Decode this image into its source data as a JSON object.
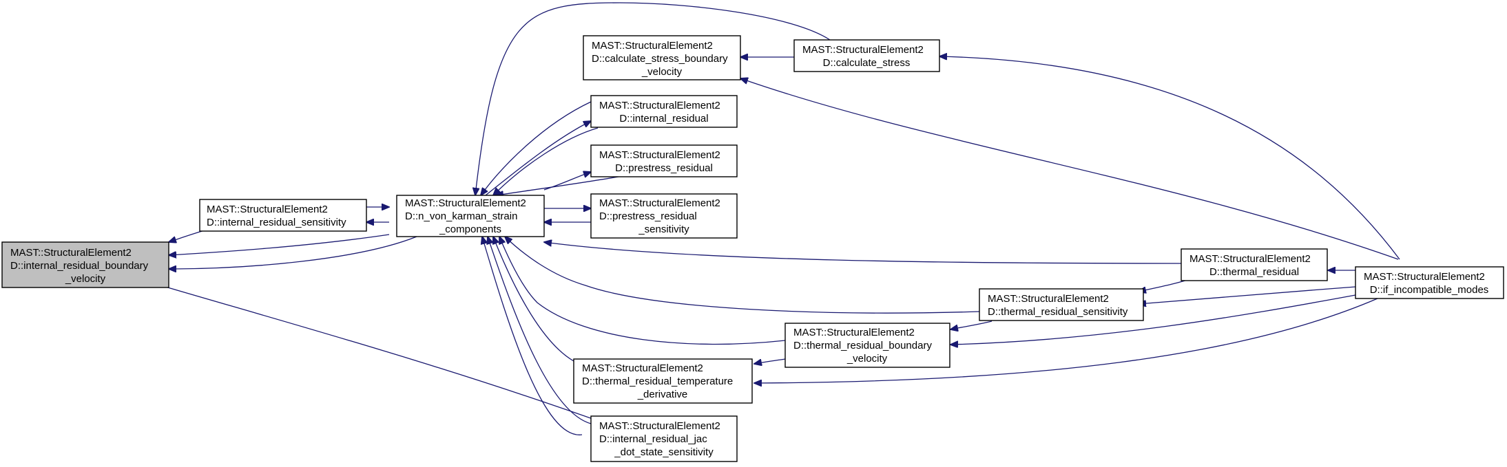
{
  "colors": {
    "edge": "#191970",
    "focus_fill": "#bfbfbf",
    "node_fill": "#ffffff",
    "border": "#000000"
  },
  "nodes": {
    "ib_vel": {
      "lines": [
        "MAST::StructuralElement2",
        "D::internal_residual_boundary",
        "_velocity"
      ],
      "focus": true
    },
    "ir_sens": {
      "lines": [
        "MAST::StructuralElement2",
        "D::internal_residual_sensitivity"
      ]
    },
    "nvk": {
      "lines": [
        "MAST::StructuralElement2",
        "D::n_von_karman_strain",
        "_components"
      ]
    },
    "calc_sbv": {
      "lines": [
        "MAST::StructuralElement2",
        "D::calculate_stress_boundary",
        "_velocity"
      ]
    },
    "calc_s": {
      "lines": [
        "MAST::StructuralElement2",
        "D::calculate_stress"
      ]
    },
    "int_res": {
      "lines": [
        "MAST::StructuralElement2",
        "D::internal_residual"
      ]
    },
    "pre_res": {
      "lines": [
        "MAST::StructuralElement2",
        "D::prestress_residual"
      ]
    },
    "pre_res_s": {
      "lines": [
        "MAST::StructuralElement2",
        "D::prestress_residual",
        "_sensitivity"
      ]
    },
    "th_res": {
      "lines": [
        "MAST::StructuralElement2",
        "D::thermal_residual"
      ]
    },
    "if_inc": {
      "lines": [
        "MAST::StructuralElement2",
        "D::if_incompatible_modes"
      ]
    },
    "th_res_s": {
      "lines": [
        "MAST::StructuralElement2",
        "D::thermal_residual_sensitivity"
      ]
    },
    "th_res_bv": {
      "lines": [
        "MAST::StructuralElement2",
        "D::thermal_residual_boundary",
        "_velocity"
      ]
    },
    "th_res_td": {
      "lines": [
        "MAST::StructuralElement2",
        "D::thermal_residual_temperature",
        "_derivative"
      ]
    },
    "ir_jac": {
      "lines": [
        "MAST::StructuralElement2",
        "D::internal_residual_jac",
        "_dot_state_sensitivity"
      ]
    }
  }
}
